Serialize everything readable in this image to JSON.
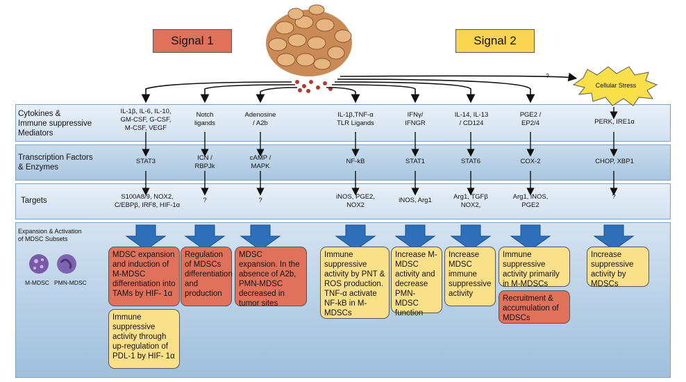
{
  "signals": {
    "signal1": "Signal 1",
    "signal2": "Signal 2"
  },
  "stress": {
    "label": "Cellular Stress",
    "question": "?"
  },
  "rows": {
    "cytokines": "Cytokines &\nImmune suppressive\nMediators",
    "transcription": "Transcription Factors\n& Enzymes",
    "targets": "Targets",
    "expansion": "Expansion & Activation\nof MDSC Subsets"
  },
  "cells": {
    "mmdsc": "M-MDSC",
    "pmn": "PMN-MDSC"
  },
  "columns": [
    {
      "mediator": "IL-1β, IL-6, IL-10,\nGM-CSF, G-CSF,\nM-CSF, VEGF",
      "tf": "STAT3",
      "target": "S100A8/9, NOX2,\nC/EBPβ, IRF8, HIF-1α"
    },
    {
      "mediator": "Notch\nligands",
      "tf": "ICN /\nRBPJk",
      "target": "?"
    },
    {
      "mediator": "Adenosine\n/ A2b",
      "tf": "cAMP /\nMAPK",
      "target": "?"
    },
    {
      "mediator": "IL-1β,TNF-α\nTLR Ligands",
      "tf": "NF-kB",
      "target": "iNOS, PGE2,\nNOX2"
    },
    {
      "mediator": "IFNγ/\nIFNGR",
      "tf": "STAT1",
      "target": "iNOS, Arg1"
    },
    {
      "mediator": "IL-14, IL-13\n/ CD124",
      "tf": "STAT6",
      "target": "Arg1, TGFβ\nNOX2,"
    },
    {
      "mediator": "PGE2 /\nEP2/4",
      "tf": "COX-2",
      "target": "Arg1, iNOS,\nPGE2"
    },
    {
      "mediator": "PERK, IRE1α",
      "tf": "CHOP, XBP1",
      "target": "?"
    }
  ],
  "outcomes": [
    "MDSC expansion and induction of M-MDSC differentiation into TAMs by HIF- 1α",
    "Immune suppressive activity through up-regulation of PDL-1 by HIF- 1α",
    "Regulation of MDSCs differentiation and production",
    "MDSC expansion. In the absence of A2b, PMN-MDSC decreased in tumor sites",
    "Immune suppressive activity by PNT & ROS production. TNF-α activate NF-kB in M-MDSCs",
    "Increase M-MDSC activity and decrease PMN-MDSC function",
    "Increase MDSC immune suppressive activity",
    "Immune suppressive activity primarily in M-MDSCs",
    "Recruitment & accumulation of MDSCs",
    "Increase suppressive activity by MDSCs"
  ],
  "colors": {
    "orange": "#e0715b",
    "yellow": "#fbe08a",
    "signal1": "#e0715b",
    "signal2": "#f9d44f",
    "arrow": "#2d6fb8"
  }
}
